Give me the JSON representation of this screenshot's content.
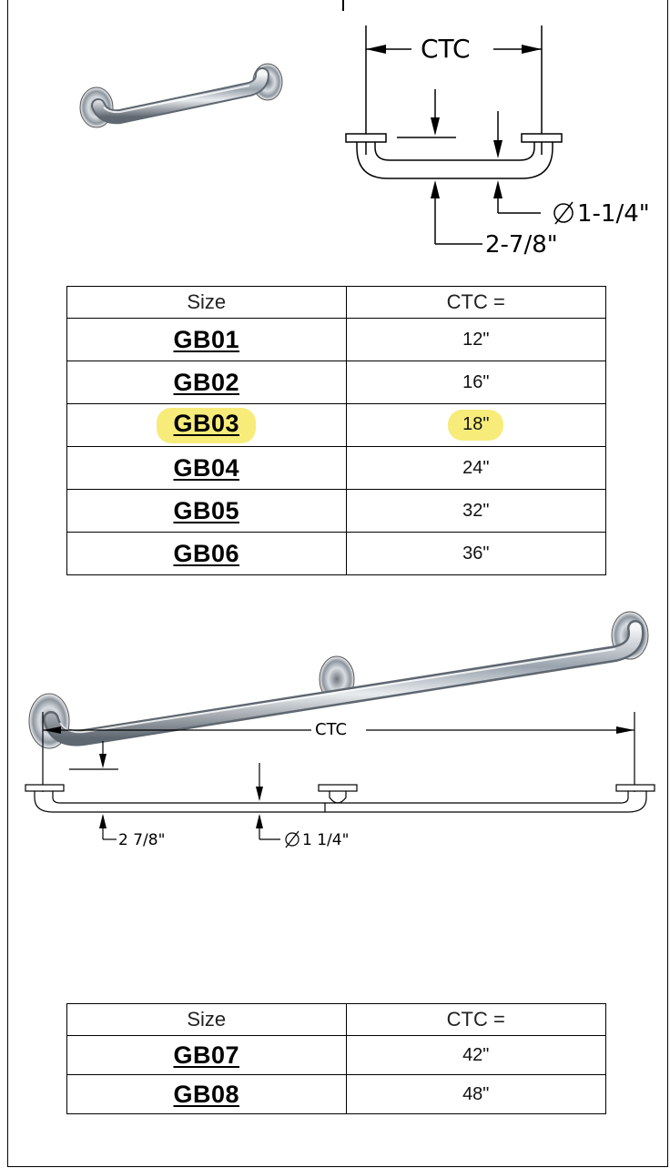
{
  "top_drawing": {
    "ctc_label": "CTC",
    "diameter_label": "1-1/4\"",
    "depth_label": "2-7/8\""
  },
  "bottom_drawing": {
    "ctc_label": "CTC",
    "depth_label": "2 7/8\"",
    "diameter_label": "1 1/4\""
  },
  "table_1": {
    "headers": [
      "Size",
      "CTC ="
    ],
    "rows": [
      {
        "code": "GB01",
        "ctc": "12\"",
        "highlighted": false
      },
      {
        "code": "GB02",
        "ctc": "16\"",
        "highlighted": false
      },
      {
        "code": "GB03",
        "ctc": "18\"",
        "highlighted": true
      },
      {
        "code": "GB04",
        "ctc": "24\"",
        "highlighted": false
      },
      {
        "code": "GB05",
        "ctc": "32\"",
        "highlighted": false
      },
      {
        "code": "GB06",
        "ctc": "36\"",
        "highlighted": false
      }
    ]
  },
  "table_2": {
    "headers": [
      "Size",
      "CTC ="
    ],
    "rows": [
      {
        "code": "GB07",
        "ctc": "42\""
      },
      {
        "code": "GB08",
        "ctc": "48\""
      }
    ]
  },
  "colors": {
    "highlight": "#f7ec7a",
    "line": "#000000"
  }
}
